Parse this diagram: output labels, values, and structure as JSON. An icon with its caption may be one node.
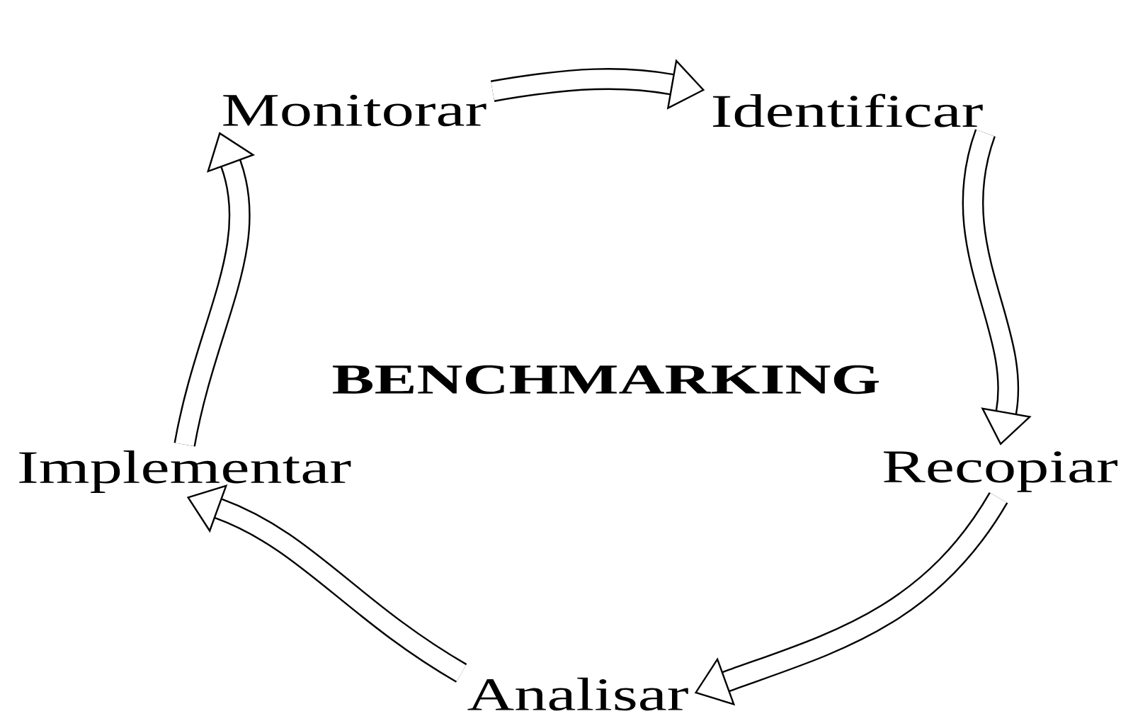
{
  "diagram": {
    "nodes": [
      {
        "text": [
          "Monitorar"
        ]
      },
      {
        "text": [
          "Identificar"
        ]
      },
      {
        "text": [
          "Recopiar"
        ]
      },
      {
        "text": [
          "Analisar"
        ]
      },
      {
        "text": [
          "Implementar"
        ]
      }
    ],
    "edges": [
      {
        "from": 0,
        "to": 1,
        "arrow": "to"
      },
      {
        "from": 1,
        "to": 2,
        "arrow": "to"
      },
      {
        "from": 2,
        "to": 3,
        "arrow": "to"
      },
      {
        "from": 3,
        "to": 4,
        "arrow": "to"
      },
      {
        "from": 4,
        "to": 0,
        "arrow": "to"
      }
    ],
    "labels": [
      "**BENCHMARKING**"
    ]
  }
}
